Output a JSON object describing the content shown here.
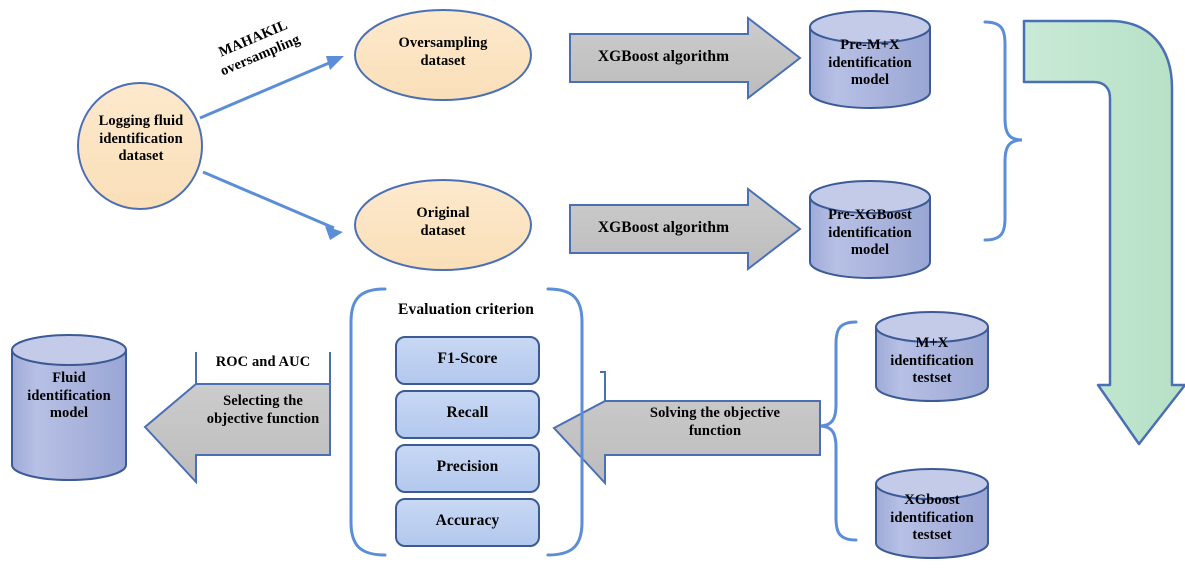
{
  "diagram": {
    "title": "Logging fluid identification workflow",
    "colors": {
      "ellipse_fill": "#fbe2c0",
      "ellipse_stroke": "#4a6fb5",
      "cylinder_fill": "#aab4dc",
      "cylinder_top": "#c3cbe8",
      "cylinder_stroke": "#3c5a96",
      "arrow_gray_fill": "#c3c3c3",
      "arrow_gray_stroke": "#4a6fb5",
      "arrow_green_fill": "#bfe5cd",
      "arrow_green_stroke": "#4a6fb5",
      "box_fill": "#bdd0f0",
      "box_stroke": "#3c5a96",
      "brace_stroke": "#5b8ed6",
      "line_stroke": "#5b8ed6",
      "text": "#000000"
    },
    "nodes": {
      "source_dataset": "Logging fluid\nidentification\ndataset",
      "oversampling_dataset": "Oversampling\ndataset",
      "original_dataset": "Original\ndataset",
      "pre_mx_model": "Pre-M+X\nidentification\nmodel",
      "pre_xgboost_model": "Pre-XGBoost\nidentification\nmodel",
      "mx_testset": "M+X\nidentification\ntestset",
      "xgboost_testset": "XGboost\nidentification\ntestset",
      "fluid_model": "Fluid\nidentification\nmodel"
    },
    "arrows": {
      "mahakil": "MAHAKIL\noversampling",
      "xgboost_top": "XGBoost algorithm",
      "xgboost_bottom": "XGBoost algorithm",
      "solving": "Solving the objective\nfunction",
      "selecting": "Selecting the\nobjective function",
      "roc_auc": "ROC and AUC"
    },
    "evaluation": {
      "title": "Evaluation criterion",
      "items": [
        "F1-Score",
        "Recall",
        "Precision",
        "Accuracy"
      ]
    }
  }
}
